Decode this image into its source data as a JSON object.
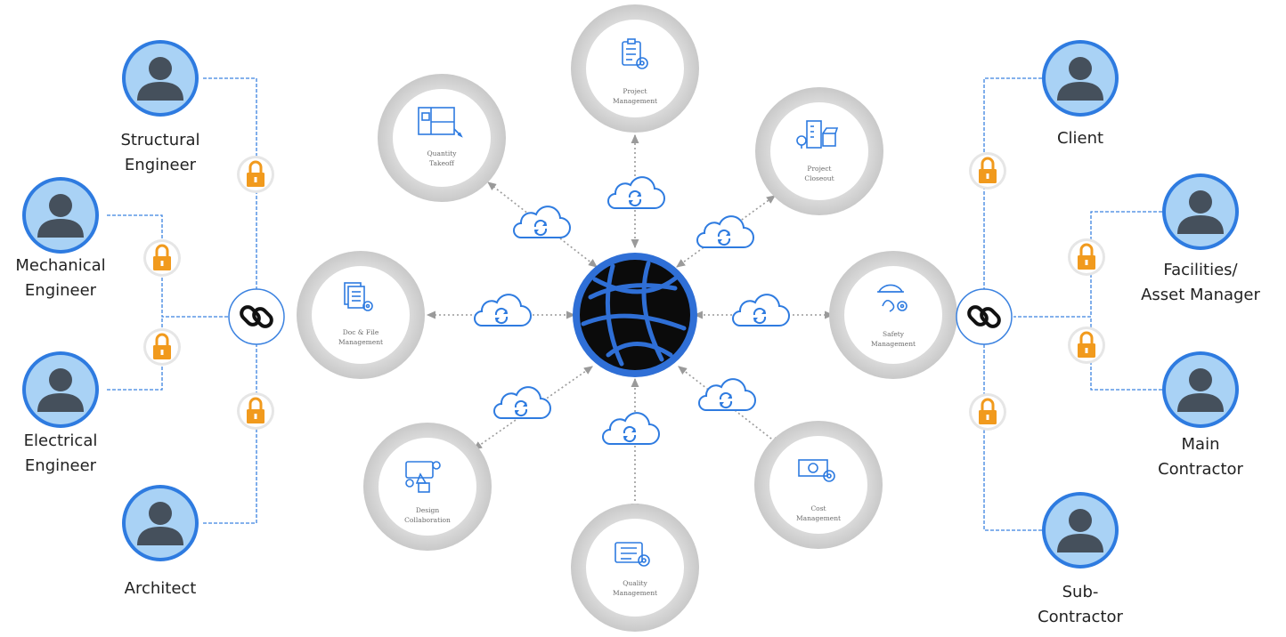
{
  "people": {
    "structural_engineer": [
      "Structural",
      "Engineer"
    ],
    "mechanical_engineer": [
      "Mechanical",
      "Engineer"
    ],
    "electrical_engineer": [
      "Electrical",
      "Engineer"
    ],
    "architect": [
      "Architect"
    ],
    "client": [
      "Client"
    ],
    "facilities_asset_manager": [
      "Facilities/",
      "Asset Manager"
    ],
    "main_contractor": [
      "Main",
      "Contractor"
    ],
    "sub_contractor": [
      "Sub-",
      "Contractor"
    ]
  },
  "modules": {
    "project_management": [
      "Project",
      "Management"
    ],
    "quantity_takeoff": [
      "Quantity",
      "Takeoff"
    ],
    "project_closeout": [
      "Project",
      "Closeout"
    ],
    "doc_file_management": [
      "Doc & File",
      "Management"
    ],
    "safety_management": [
      "Safety",
      "Management"
    ],
    "design_collaboration": [
      "Design",
      "Collaboration"
    ],
    "cost_management": [
      "Cost",
      "Management"
    ],
    "quality_management": [
      "Quality",
      "Management"
    ]
  },
  "colors": {
    "avatar_fill": "#a9d2f5",
    "avatar_ring": "#2e7be0",
    "avatar_figure": "#45505c",
    "connector_blue": "#3b82e0",
    "lock_orange": "#f19a1d",
    "arrow_grey": "#9a9a9a",
    "module_shadow": "#d4d4d4",
    "hub_blue": "#2f6fd6"
  }
}
